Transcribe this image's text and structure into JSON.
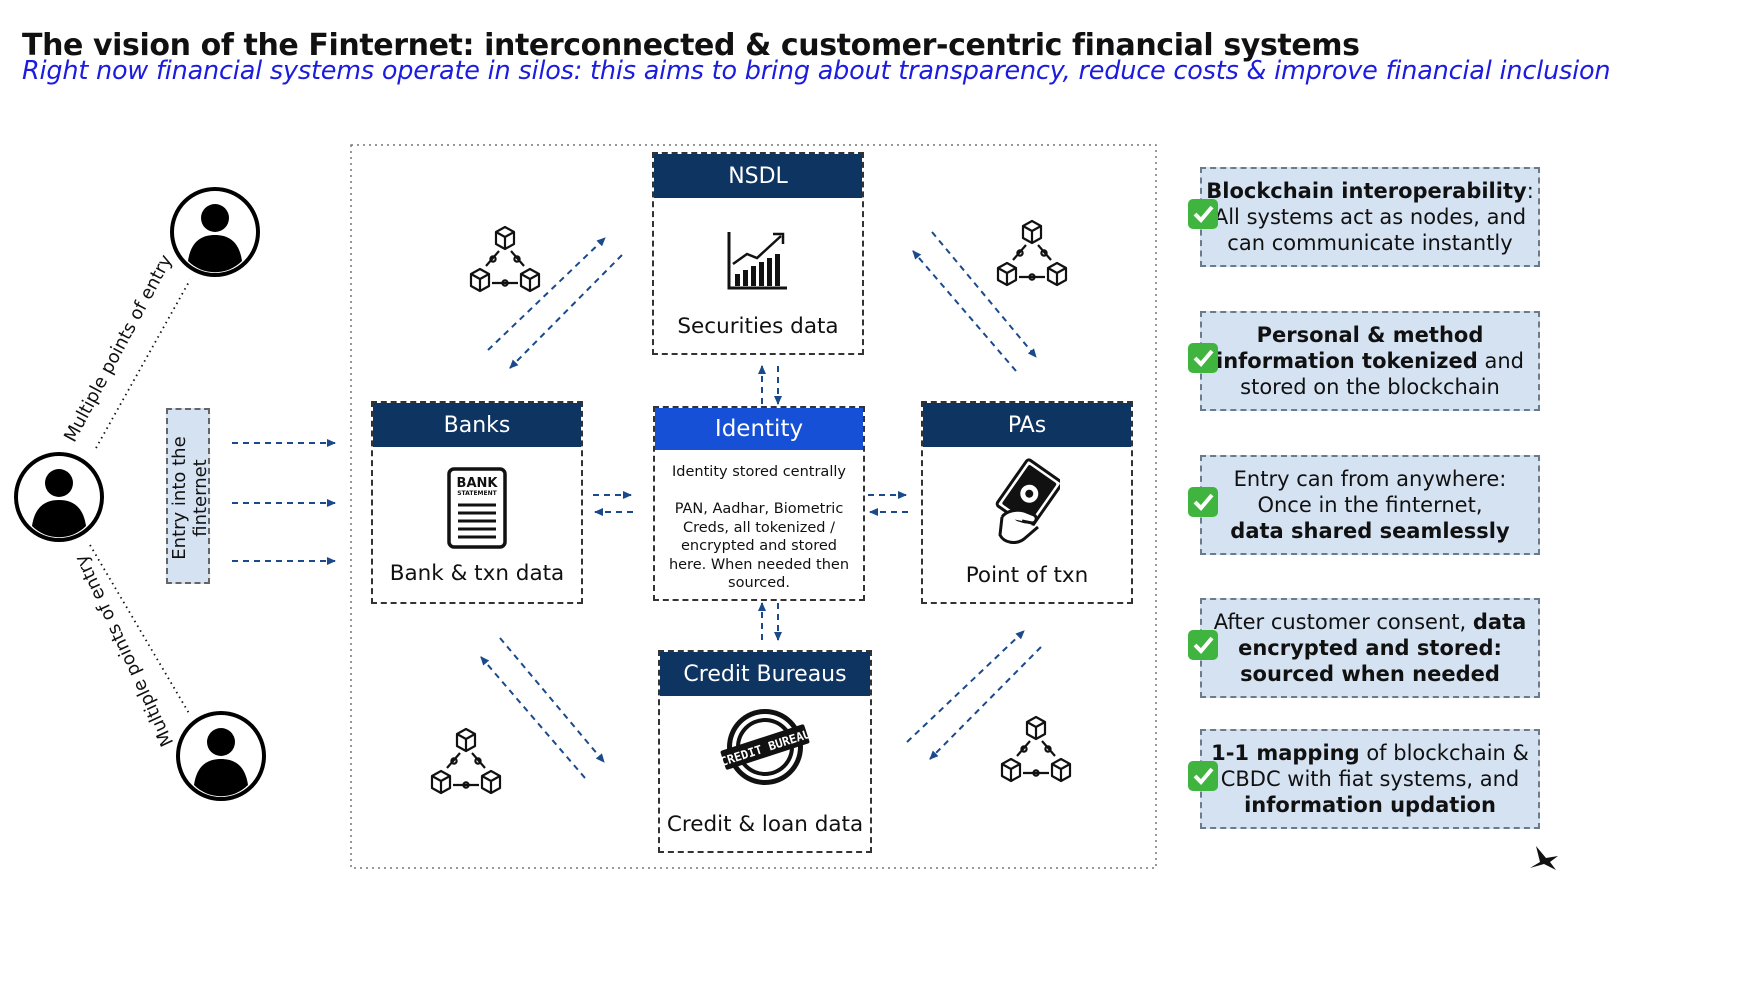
{
  "title": "The vision of the Finternet: interconnected & customer-centric financial systems",
  "subtitle": "Right now financial systems operate in silos: this aims to bring about transparency, reduce costs & improve financial inclusion",
  "entry_label": "Entry into the finternet",
  "multiple_points_label": "Multiple points of entry",
  "nodes": {
    "nsdl": {
      "header": "NSDL",
      "label": "Securities data",
      "icon": "bar-chart-icon"
    },
    "banks": {
      "header": "Banks",
      "label": "Bank & txn data",
      "icon": "bank-statement-icon",
      "icon_text_1": "BANK",
      "icon_text_2": "STATEMENT"
    },
    "identity": {
      "header": "Identity",
      "line1": "Identity stored centrally",
      "line2": "PAN, Aadhar, Biometric Creds, all tokenized / encrypted and stored here. When needed then sourced."
    },
    "pas": {
      "header": "PAs",
      "label": "Point of txn",
      "icon": "cash-payment-icon"
    },
    "credit": {
      "header": "Credit Bureaus",
      "label": "Credit & loan data",
      "icon": "credit-bureau-stamp-icon",
      "stamp_text": "CREDIT BUREAU"
    }
  },
  "callouts": [
    {
      "bold": "Blockchain interoperability",
      "rest": ": All systems act as nodes, and can communicate instantly"
    },
    {
      "bold": "Personal & method information tokenized",
      "rest": " and stored on the blockchain"
    },
    {
      "line1": "Entry can from anywhere:",
      "line2": "Once in the finternet,",
      "bold": "data shared seamlessly"
    },
    {
      "pre": "After customer consent, ",
      "bold": "data encrypted and stored: sourced when needed"
    },
    {
      "bold": "1-1 mapping",
      "mid": " of blockchain & CBDC with fiat systems, and ",
      "bold2": "information updation"
    }
  ],
  "colors": {
    "navy": "#0e3462",
    "identity_blue": "#1550d6",
    "subtitle_blue": "#1c1ce0",
    "callout_bg": "#d5e2f2",
    "arrow": "#1a4a8c",
    "check_green": "#3fb43f"
  }
}
